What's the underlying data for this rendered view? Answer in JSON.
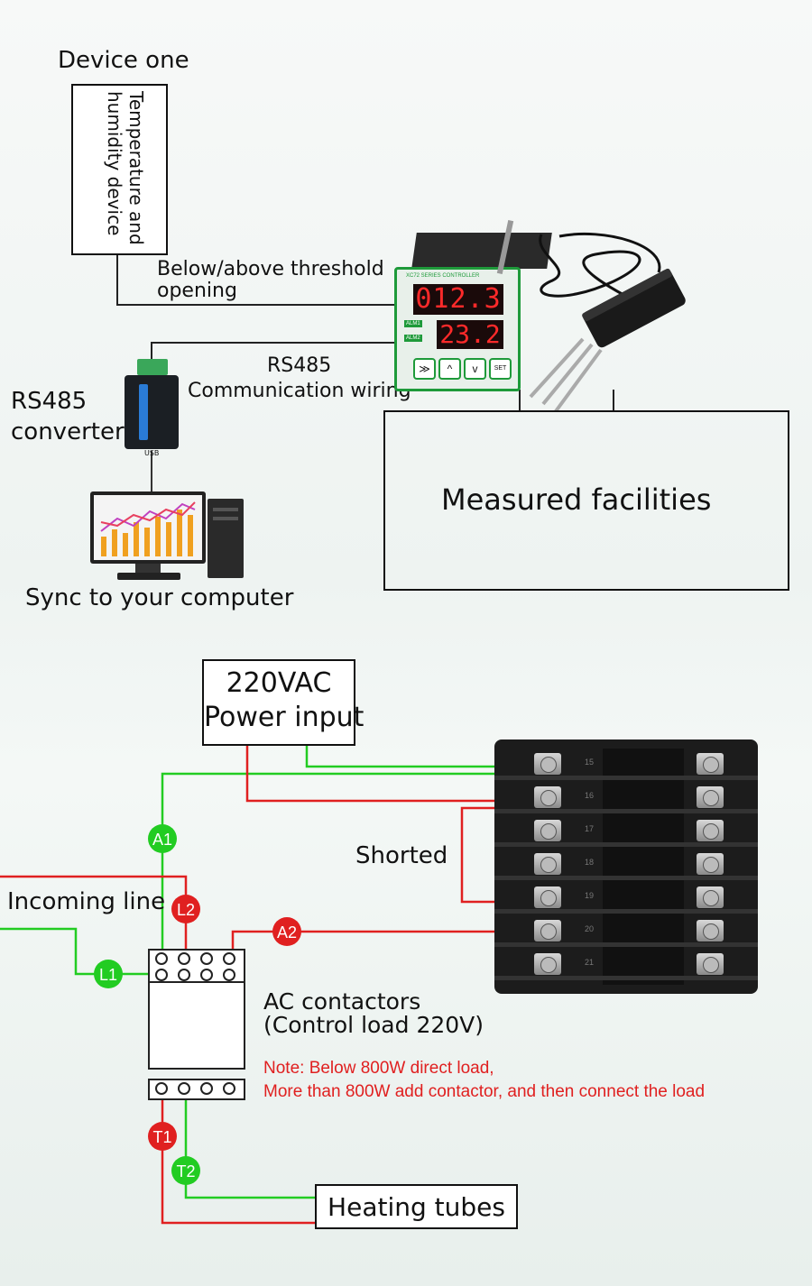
{
  "top": {
    "device_one_label": "Device one",
    "temp_device_label_line1": "Temperature and",
    "temp_device_label_line2": "humidity device",
    "threshold_label_line1": "Below/above threshold",
    "threshold_label_line2": "opening",
    "rs485_label_line1": "RS485",
    "rs485_label_line2": "Communication wiring",
    "converter_label_line1": "RS485",
    "converter_label_line2": "converter",
    "measured_label": "Measured facilities",
    "sync_label": "Sync to your computer",
    "controller": {
      "brand": "XC72 SERIES CONTROLLER",
      "display_top": "012.3",
      "display_bottom": "23.2",
      "alm1": "ALM1",
      "alm2": "ALM2",
      "buttons": [
        "≫",
        "^",
        "v",
        "SET"
      ]
    },
    "converter_usb": "USB"
  },
  "bottom": {
    "power_line1": "220VAC",
    "power_line2": "Power input",
    "shorted_label": "Shorted",
    "incoming_label": "Incoming line",
    "contactor_line1": "AC contactors",
    "contactor_line2": "(Control load 220V)",
    "note_line1": "Note: Below 800W direct load,",
    "note_line2": "More than 800W add contactor, and then connect the load",
    "heating_label": "Heating tubes",
    "badges": {
      "a1": "A1",
      "a2": "A2",
      "l1": "L1",
      "l2": "L2",
      "t1": "T1",
      "t2": "T2"
    },
    "terminal_numbers_left": [
      "15",
      "16",
      "17",
      "18",
      "19",
      "20",
      "21"
    ]
  },
  "colors": {
    "green": "#22cc22",
    "red": "#e02020",
    "display_red": "#ff2a2a",
    "controller_green": "#1e9a3a"
  }
}
